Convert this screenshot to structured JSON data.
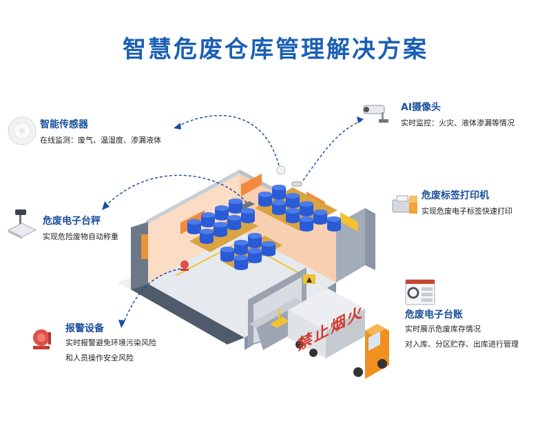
{
  "title": "智慧危废仓库管理解决方案",
  "features": {
    "sensor": {
      "title": "智能传感器",
      "desc": "在线监测：废气、温湿度、渗漏液体"
    },
    "camera": {
      "title": "AI摄像头",
      "desc": "实时监控：火灾、液体渗漏等情况"
    },
    "scale": {
      "title": "危废电子台秤",
      "desc": "实现危险废物自动称重"
    },
    "printer": {
      "title": "危废标签打印机",
      "desc": "实现危废电子标签快速打印"
    },
    "ledger": {
      "title": "危废电子台账",
      "desc_line1": "实时展示危废库存情况",
      "desc_line2": "对入库、分区贮存、出库进行管理"
    },
    "alarm": {
      "title": "报警设备",
      "desc_line1": "实时报警避免环境污染风险",
      "desc_line2": "和人员操作安全风险"
    }
  },
  "truck_sign": [
    "禁",
    "止",
    "烟",
    "火"
  ],
  "colors": {
    "title": "#1a5fb4",
    "label": "#1a4f9c",
    "barrel": "#2a5bd7",
    "pallet": "#d9a441",
    "truck_cab": "#f0901e",
    "wall": "#8a95a5",
    "floor": "#e6e9ee",
    "arrow": "#1a4f9c",
    "alarm": "#e0504a"
  }
}
